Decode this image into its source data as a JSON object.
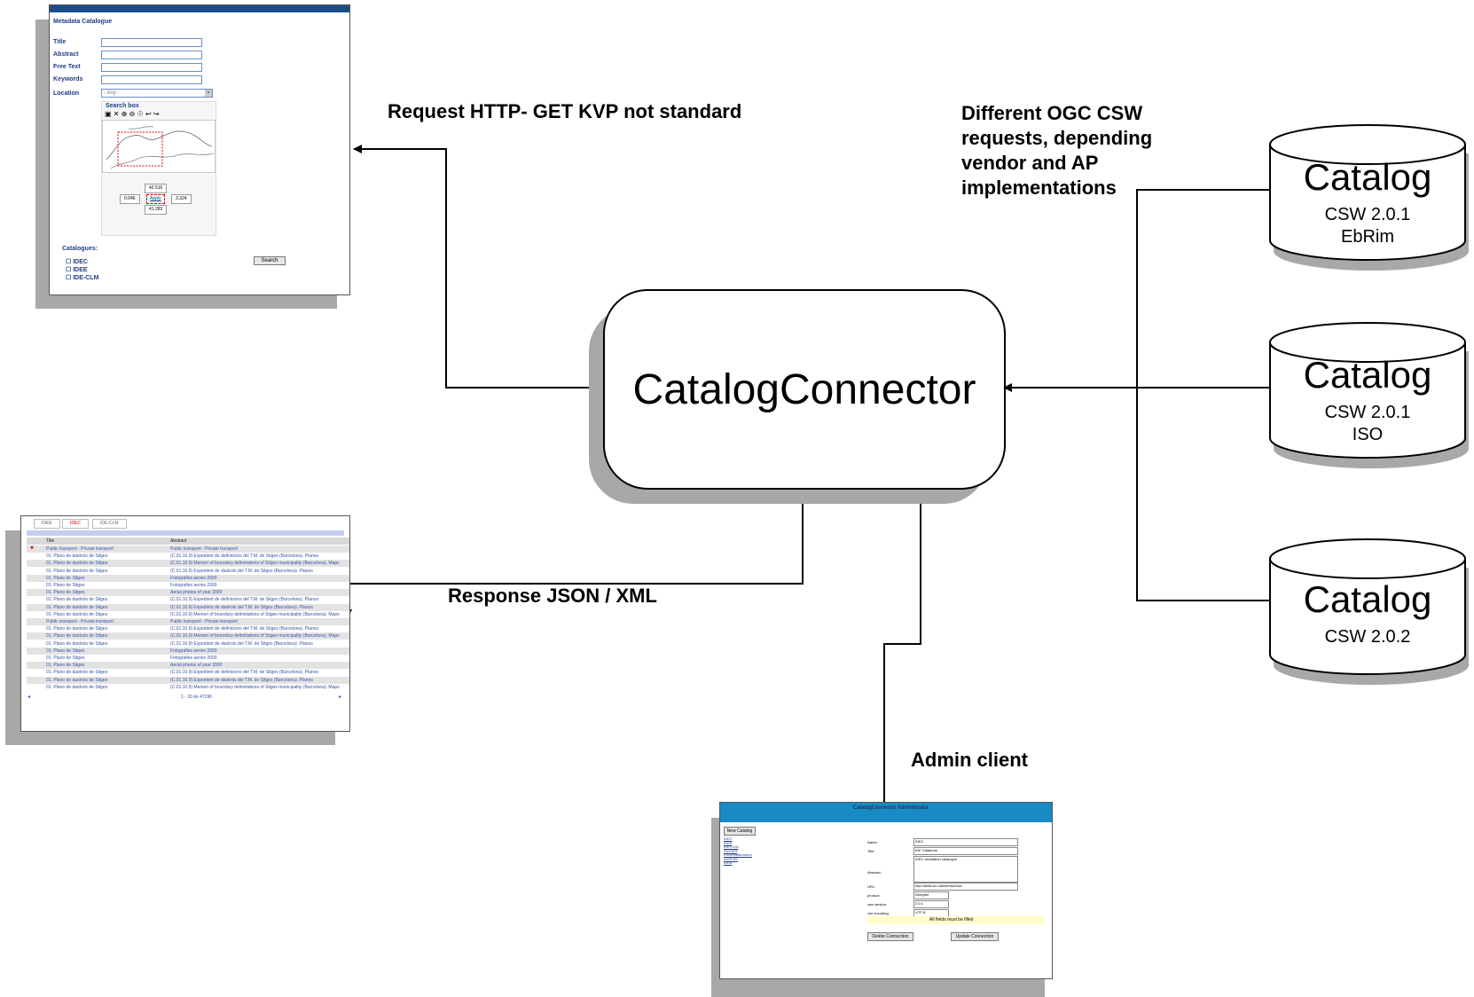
{
  "center": {
    "label": "CatalogConnector"
  },
  "labels": {
    "request": "Request  HTTP- GET KVP not standard",
    "response": "Response JSON / XML",
    "ogc": [
      "Different OGC CSW",
      "requests, depending",
      "vendor and AP",
      "implementations"
    ],
    "admin": "Admin client"
  },
  "catalogs": [
    {
      "title": "Catalog",
      "version": "CSW 2.0.1",
      "profile": "EbRim"
    },
    {
      "title": "Catalog",
      "version": "CSW 2.0.1",
      "profile": "ISO"
    },
    {
      "title": "Catalog",
      "version": "CSW 2.0.2",
      "profile": ""
    }
  ],
  "search_window": {
    "title": "Metadata Catalogue",
    "fields": [
      "Title",
      "Abstract",
      "Free Text",
      "Keywords",
      "Location"
    ],
    "location_value": "- Any -",
    "search_box_label": "Search box",
    "coords": {
      "north": "42.516",
      "west": "0.046",
      "east": "3.324",
      "south": "41.283",
      "apply": "Apply"
    },
    "catalogues_label": "Catalogues:",
    "catalogues": [
      "IDEC",
      "IDEE",
      "IDE-CLM"
    ],
    "search_button": "Search"
  },
  "results_window": {
    "tabs": [
      "IDEE",
      "IDEC",
      "IDE-CLM"
    ],
    "headers": [
      "Title",
      "Abstract"
    ],
    "rows": [
      [
        "Public transport - Private transport",
        "Public transport - Private transport"
      ],
      [
        "01. Plano de dastrols de Sitges",
        "(C.01.10.9) Expedient de definicions del T.M. de Sitges (Barcelona). Planos"
      ],
      [
        "01. Plano de dastrols de Sitges",
        "(C.01.10.9) Memori of boundary delimitations of Sitges municipality (Barcelona). Maps"
      ],
      [
        "01. Plano de dastrols de Sitges",
        "(C.01.10.9) Expedient de dastrols del T.M. de Sitges (Barcelona). Planos"
      ],
      [
        "01. Plano de Sitges",
        "Fotografies aeries 2000"
      ],
      [
        "01. Plano de Sitges",
        "Fotografies aeries 2000"
      ],
      [
        "01. Plano de Sitges",
        "Aerial photos of year 2000"
      ],
      [
        "01. Plano de dastrols de Sitges",
        "(C.01.10.9) Expedient de definicions del T.M. de Sitges (Barcelona). Planos"
      ],
      [
        "01. Plano de dastrols de Sitges",
        "(C.01.10.9) Expedient de dastrols del T.M. de Sitges (Barcelona). Planos"
      ],
      [
        "01. Plano de dastrols de Sitges",
        "(C.01.10.9) Memori of boundary delimitations of Sitges municipality (Barcelona). Maps"
      ],
      [
        "Public transport - Private transport",
        "Public transport - Private transport"
      ],
      [
        "01. Plano de dastrols de Sitges",
        "(C.01.10.9) Expedient de definicions del T.M. de Sitges (Barcelona). Planos"
      ],
      [
        "01. Plano de dastrols de Sitges",
        "(C.01.10.9) Memori of boundary delimitations of Sitges municipality (Barcelona). Maps"
      ],
      [
        "01. Plano de dastrols de Sitges",
        "(C.01.10.9) Expedient de dastrols del T.M. de Sitges (Barcelona). Planos"
      ],
      [
        "01. Plano de Sitges",
        "Fotografies aeries 2000"
      ],
      [
        "01. Plano de Sitges",
        "Fotografies aeries 2000"
      ],
      [
        "01. Plano de Sitges",
        "Aerial photos of year 2000"
      ],
      [
        "01. Plano de dastrols de Sitges",
        "(C.01.10.9) Expedient de definicions del T.M. de Sitges (Barcelona). Planos"
      ],
      [
        "01. Plano de dastrols de Sitges",
        "(C.01.10.9) Expedient de dastrols del T.M. de Sitges (Barcelona). Planos"
      ],
      [
        "01. Plano de dastrols de Sitges",
        "(C.01.10.9) Memori of boundary delimitations of Sitges municipality (Barcelona). Maps"
      ]
    ],
    "pager": "1 - 20 de 47296"
  },
  "admin_window": {
    "title": "CatalogConnector Administrator",
    "new_button": "New Catalog",
    "side_links": [
      "IDEC",
      "IDEE",
      "IDE-CLM",
      "SDIGER",
      "ESDInfrastructure",
      "INSPIRE",
      "IDEA"
    ],
    "fields": [
      {
        "label": "Name:",
        "value": "IDEC"
      },
      {
        "label": "Title:",
        "value": "IDE Catalonia"
      },
      {
        "label": "Abstract:",
        "value": "IDEC simulation catalogue"
      },
      {
        "label": "URL:",
        "value": "http://delta.icc.cat/idecsw/csw"
      },
      {
        "label": "product:",
        "value": "Deegree"
      },
      {
        "label": "csw version:",
        "value": "2.0.1"
      },
      {
        "label": "xml encoding:",
        "value": "UTF-8"
      }
    ],
    "note": "All fields must be filled",
    "delete_button": "Delete Connection",
    "update_button": "Update Connection"
  }
}
